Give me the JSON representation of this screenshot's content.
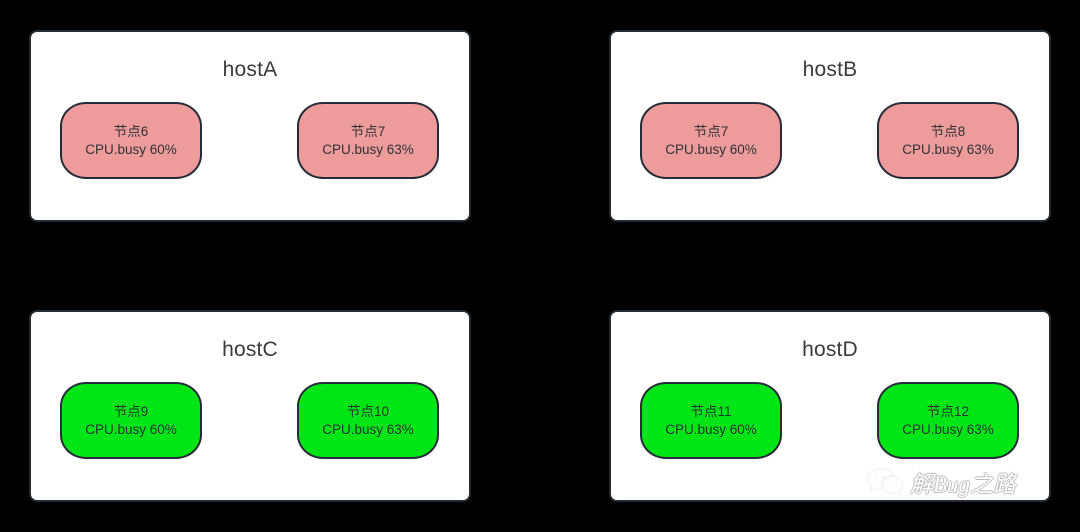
{
  "diagram": {
    "background_color": "#000000",
    "panel_background": "#ffffff",
    "panel_border_color": "#232b33",
    "pink_fill": "#ee9b9b",
    "green_fill": "#00e515",
    "node_border_color": "#262c38",
    "title_color": "#3b3b3b",
    "node_text_color": "#2e3338"
  },
  "hosts": [
    {
      "title": "hostA",
      "status_color": "#ee9b9b",
      "nodes": [
        {
          "name": "节点6",
          "metric": "CPU.busy 60%"
        },
        {
          "name": "节点7",
          "metric": "CPU.busy 63%"
        }
      ]
    },
    {
      "title": "hostB",
      "status_color": "#ee9b9b",
      "nodes": [
        {
          "name": "节点7",
          "metric": "CPU.busy 60%"
        },
        {
          "name": "节点8",
          "metric": "CPU.busy 63%"
        }
      ]
    },
    {
      "title": "hostC",
      "status_color": "#00e515",
      "nodes": [
        {
          "name": "节点9",
          "metric": "CPU.busy 60%"
        },
        {
          "name": "节点10",
          "metric": "CPU.busy 63%"
        }
      ]
    },
    {
      "title": "hostD",
      "status_color": "#00e515",
      "nodes": [
        {
          "name": "节点11",
          "metric": "CPU.busy 60%"
        },
        {
          "name": "节点12",
          "metric": "CPU.busy 63%"
        }
      ]
    }
  ],
  "watermark": {
    "text": "解Bug之路",
    "icon": "wechat-icon"
  }
}
